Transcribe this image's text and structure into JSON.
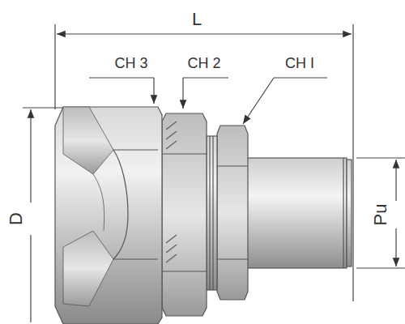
{
  "diagram": {
    "labels": [
      "L",
      "CH 3",
      "CH 2",
      "CH I",
      "D",
      "Pu"
    ]
  }
}
